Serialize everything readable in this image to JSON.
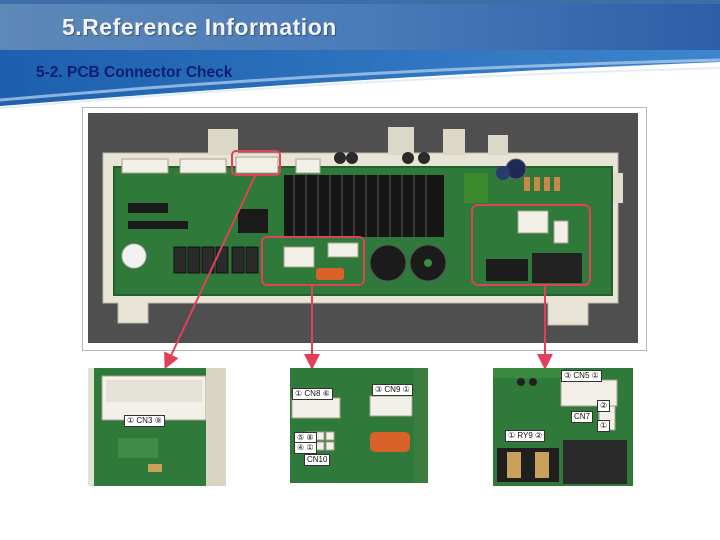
{
  "slide": {
    "title": "5.Reference Information",
    "subtitle": "5-2. PCB Connector Check"
  },
  "insets": {
    "left": {
      "cn3_label": "① CN3 ⑨"
    },
    "middle": {
      "cn8_label": "① CN8 ⑥",
      "cn9_label": "③ CN9 ①",
      "cn10_top": "⑤ ⑧",
      "cn10_bottom": "④ ①",
      "cn10_name": "CN10"
    },
    "right": {
      "cn5_label": "③ CN5 ①",
      "cn7_top": "②",
      "cn7_name": "CN7",
      "cn7_bottom": "①",
      "ry9_label": "① RY9 ②"
    }
  },
  "colors": {
    "banner_blue": "#2f6fb8",
    "highlight_red": "#e0405a",
    "pcb_green": "#2f7a3a",
    "subtitle_navy": "#0a1f6e"
  },
  "icons": [
    "circuit-board-photo",
    "down-arrow"
  ]
}
